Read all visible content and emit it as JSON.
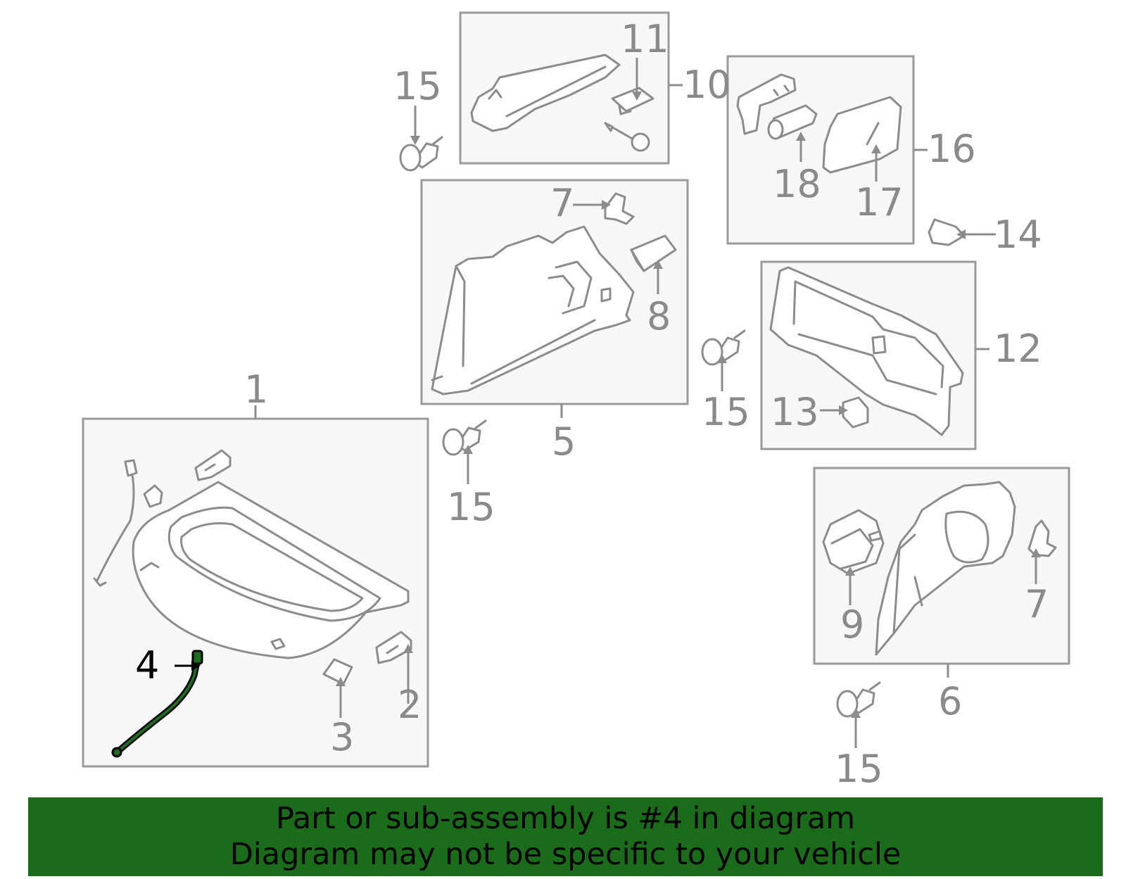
{
  "callouts": {
    "c1": "1",
    "c2": "2",
    "c3": "3",
    "c4": "4",
    "c5": "5",
    "c6": "6",
    "c7a": "7",
    "c7b": "7",
    "c8": "8",
    "c9": "9",
    "c10": "10",
    "c11": "11",
    "c12": "12",
    "c13": "13",
    "c14": "14",
    "c15a": "15",
    "c15b": "15",
    "c15c": "15",
    "c15d": "15",
    "c16": "16",
    "c17": "17",
    "c18": "18"
  },
  "highlighted_part": "4",
  "colors": {
    "banner": "#1a6b1a",
    "part_stroke": "#8c8c8c",
    "box_fill": "#f7f7f7",
    "highlight": "#1f6b1f"
  },
  "banner": {
    "line1": "Part or sub-assembly is #4 in diagram",
    "line2": "Diagram may not be specific to your vehicle"
  }
}
